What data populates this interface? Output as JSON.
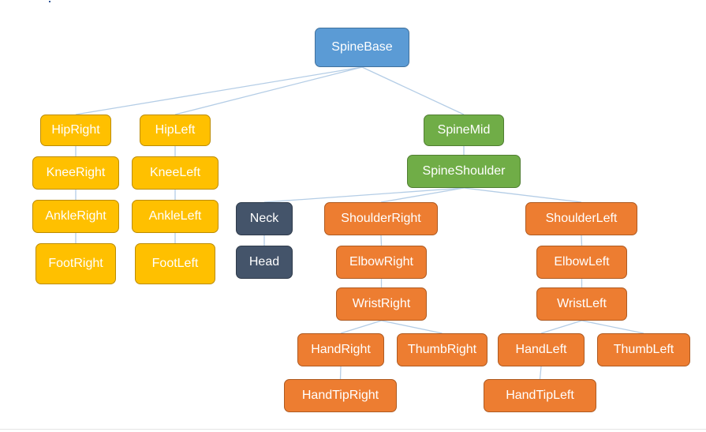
{
  "diagram": {
    "nodes": [
      {
        "id": "spinebase",
        "label": "SpineBase",
        "group": "core"
      },
      {
        "id": "hipright",
        "label": "HipRight",
        "group": "leg"
      },
      {
        "id": "hipleft",
        "label": "HipLeft",
        "group": "leg"
      },
      {
        "id": "kneeright",
        "label": "KneeRight",
        "group": "leg"
      },
      {
        "id": "kneeleft",
        "label": "KneeLeft",
        "group": "leg"
      },
      {
        "id": "ankleright",
        "label": "AnkleRight",
        "group": "leg"
      },
      {
        "id": "ankleleft",
        "label": "AnkleLeft",
        "group": "leg"
      },
      {
        "id": "footright",
        "label": "FootRight",
        "group": "leg"
      },
      {
        "id": "footleft",
        "label": "FootLeft",
        "group": "leg"
      },
      {
        "id": "spinemid",
        "label": "SpineMid",
        "group": "spine"
      },
      {
        "id": "spineshoulder",
        "label": "SpineShoulder",
        "group": "spine"
      },
      {
        "id": "neck",
        "label": "Neck",
        "group": "headneck"
      },
      {
        "id": "head",
        "label": "Head",
        "group": "headneck"
      },
      {
        "id": "shoulderright",
        "label": "ShoulderRight",
        "group": "arm"
      },
      {
        "id": "elbowright",
        "label": "ElbowRight",
        "group": "arm"
      },
      {
        "id": "wristright",
        "label": "WristRight",
        "group": "arm"
      },
      {
        "id": "handright",
        "label": "HandRight",
        "group": "arm"
      },
      {
        "id": "thumbright",
        "label": "ThumbRight",
        "group": "arm"
      },
      {
        "id": "handtipright",
        "label": "HandTipRight",
        "group": "arm"
      },
      {
        "id": "shoulderleft",
        "label": "ShoulderLeft",
        "group": "arm"
      },
      {
        "id": "elbowleft",
        "label": "ElbowLeft",
        "group": "arm"
      },
      {
        "id": "wristleft",
        "label": "WristLeft",
        "group": "arm"
      },
      {
        "id": "handleft",
        "label": "HandLeft",
        "group": "arm"
      },
      {
        "id": "thumbleft",
        "label": "ThumbLeft",
        "group": "arm"
      },
      {
        "id": "handtipleft",
        "label": "HandTipLeft",
        "group": "arm"
      }
    ],
    "edges": [
      [
        "spinebase",
        "hipright"
      ],
      [
        "spinebase",
        "hipleft"
      ],
      [
        "spinebase",
        "spinemid"
      ],
      [
        "hipright",
        "kneeright"
      ],
      [
        "kneeright",
        "ankleright"
      ],
      [
        "ankleright",
        "footright"
      ],
      [
        "hipleft",
        "kneeleft"
      ],
      [
        "kneeleft",
        "ankleleft"
      ],
      [
        "ankleleft",
        "footleft"
      ],
      [
        "spinemid",
        "spineshoulder"
      ],
      [
        "spineshoulder",
        "neck"
      ],
      [
        "spineshoulder",
        "shoulderright"
      ],
      [
        "spineshoulder",
        "shoulderleft"
      ],
      [
        "neck",
        "head"
      ],
      [
        "shoulderright",
        "elbowright"
      ],
      [
        "elbowright",
        "wristright"
      ],
      [
        "wristright",
        "handright"
      ],
      [
        "wristright",
        "thumbright"
      ],
      [
        "handright",
        "handtipright"
      ],
      [
        "shoulderleft",
        "elbowleft"
      ],
      [
        "elbowleft",
        "wristleft"
      ],
      [
        "wristleft",
        "handleft"
      ],
      [
        "wristleft",
        "thumbleft"
      ],
      [
        "handleft",
        "handtipleft"
      ]
    ],
    "colors": {
      "core": "#5b9bd5",
      "spine": "#70ad47",
      "leg": "#ffc000",
      "headneck": "#44546a",
      "arm": "#ed7d31",
      "link": "#b4cde6"
    }
  }
}
